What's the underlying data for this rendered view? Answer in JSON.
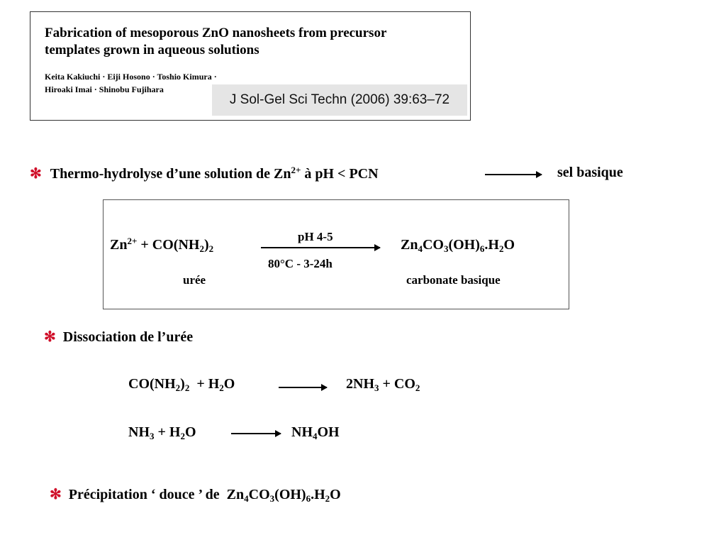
{
  "reference": {
    "title_line1": "Fabrication of mesoporous ZnO nanosheets from precursor",
    "title_line2": "templates grown in aqueous solutions",
    "authors_line1": "Keita Kakiuchi · Eiji Hosono · Toshio Kimura ·",
    "authors_line2": "Hiroaki Imai · Shinobu Fujihara",
    "journal": "J Sol-Gel Sci Techn (2006) 39:63–72"
  },
  "bullet_symbol": "✻",
  "bullet1": {
    "prefix": "Thermo-hydrolyse d’une solution de Zn",
    "sup": "2+",
    "suffix": " à pH < PCN",
    "product": "sel  basique"
  },
  "reaction": {
    "r_zn": "Zn",
    "r_zn_sup": "2+",
    "r_plus": " + CO(NH",
    "r_sub2": "2",
    "r_close": ")",
    "r_sub2b": "2",
    "cond_top": "pH 4-5",
    "cond_bottom": "80°C - 3-24h",
    "p_zn": "Zn",
    "p_4": "4",
    "p_co": "CO",
    "p_3": "3",
    "p_oh": "(OH)",
    "p_6": "6",
    "p_h": ".H",
    "p_2": "2",
    "p_o": "O",
    "label_left": "urée",
    "label_right": "carbonate basique"
  },
  "bullet2": {
    "text": "Dissociation de l’urée"
  },
  "eq1": {
    "a": "CO(NH",
    "a_sub": "2",
    "b": ")",
    "b_sub": "2",
    "c": "  + H",
    "c_sub": "2",
    "d": "O",
    "e": "2NH",
    "e_sub": "3",
    "f": " + CO",
    "f_sub": "2"
  },
  "eq2": {
    "a": "NH",
    "a_sub": "3",
    "b": " + H",
    "b_sub": "2",
    "c": "O",
    "d": "NH",
    "d_sub": "4",
    "e": "OH"
  },
  "bullet3": {
    "prefix": "Précipitation ‘ douce ’ de  Zn",
    "s1": "4",
    "m1": "CO",
    "s2": "3",
    "m2": "(OH)",
    "s3": "6",
    "m3": ".H",
    "s4": "2",
    "m4": "O"
  }
}
